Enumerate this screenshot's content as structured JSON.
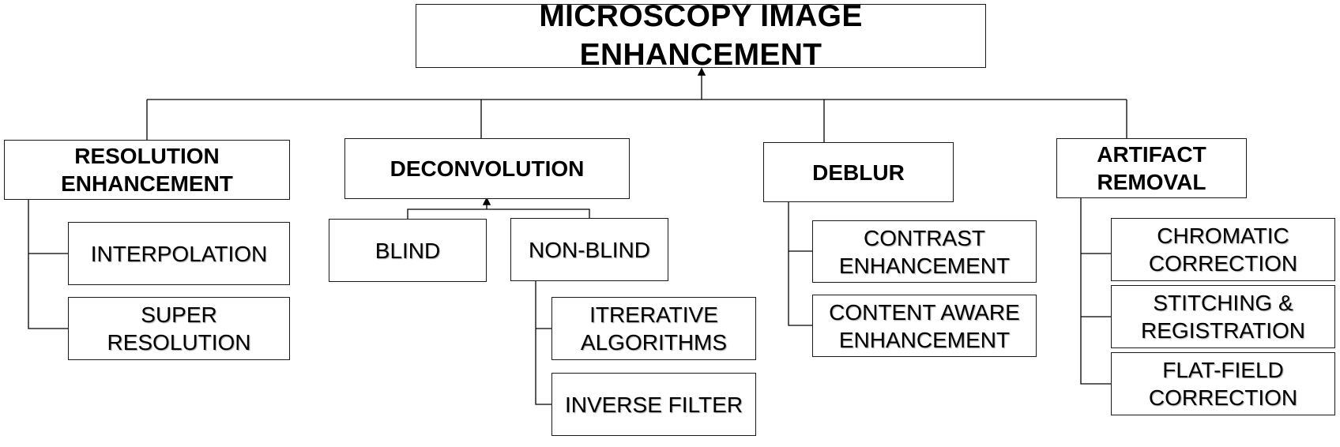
{
  "title": "MICROSCOPY IMAGE ENHANCEMENT",
  "categories": {
    "resolution": {
      "label_1": "RESOLUTION",
      "label_2": "ENHANCEMENT",
      "children": {
        "interpolation": "INTERPOLATION",
        "super_1": "SUPER",
        "super_2": "RESOLUTION"
      }
    },
    "deconvolution": {
      "label": "DECONVOLUTION",
      "children": {
        "blind": "BLIND",
        "non_blind": "NON-BLIND",
        "iterative_1": "ITRERATIVE",
        "iterative_2": "ALGORITHMS",
        "inverse": "INVERSE FILTER"
      }
    },
    "deblur": {
      "label": "DEBLUR",
      "children": {
        "contrast_1": "CONTRAST",
        "contrast_2": "ENHANCEMENT",
        "content_1": "CONTENT AWARE",
        "content_2": "ENHANCEMENT"
      }
    },
    "artifact": {
      "label_1": "ARTIFACT",
      "label_2": "REMOVAL",
      "children": {
        "chromatic_1": "CHROMATIC",
        "chromatic_2": "CORRECTION",
        "stitching_1": "STITCHING &",
        "stitching_2": "REGISTRATION",
        "flatfield_1": "FLAT-FIELD",
        "flatfield_2": "CORRECTION"
      }
    }
  }
}
